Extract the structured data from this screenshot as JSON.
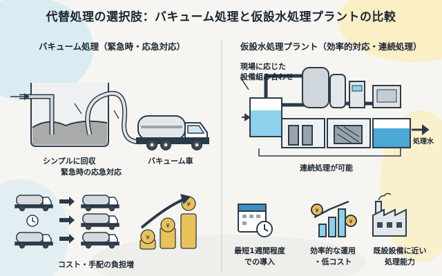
{
  "title": "代替処理の選択肢：バキューム処理と仮設水処理プラントの比較",
  "left": {
    "heading": "バキューム処理（緊急時・応急対応）",
    "caption_simple": "シンプルに回収",
    "caption_emergency": "緊急時の応急対応",
    "caption_truck": "バキューム車",
    "caption_cost": "コスト・手配の負担増"
  },
  "right": {
    "heading": "仮設水処理プラント（効率的対応・連続処理）",
    "note_line1": "現場に応じた",
    "note_line2": "設備組み合わせ",
    "outlet_label": "処理水",
    "continuous_label": "連続処理が可能",
    "benefits": [
      {
        "line1": "最短1週間程度",
        "line2": "での導入",
        "icon": "calendar-clock-icon"
      },
      {
        "line1": "効率的な運用",
        "line2": "・低コスト",
        "icon": "chart-coin-icon"
      },
      {
        "line1": "既設設備に近い",
        "line2": "処理能力",
        "icon": "factory-icon"
      }
    ]
  },
  "coin_symbol": "¥",
  "colors": {
    "ink": "#2b3a48",
    "water": "#8fd0ea",
    "water_dark": "#4aa7d6",
    "coin": "#e9c25a",
    "bg_blue": "#dceef5",
    "bg_yellow": "#fbf0c9"
  }
}
